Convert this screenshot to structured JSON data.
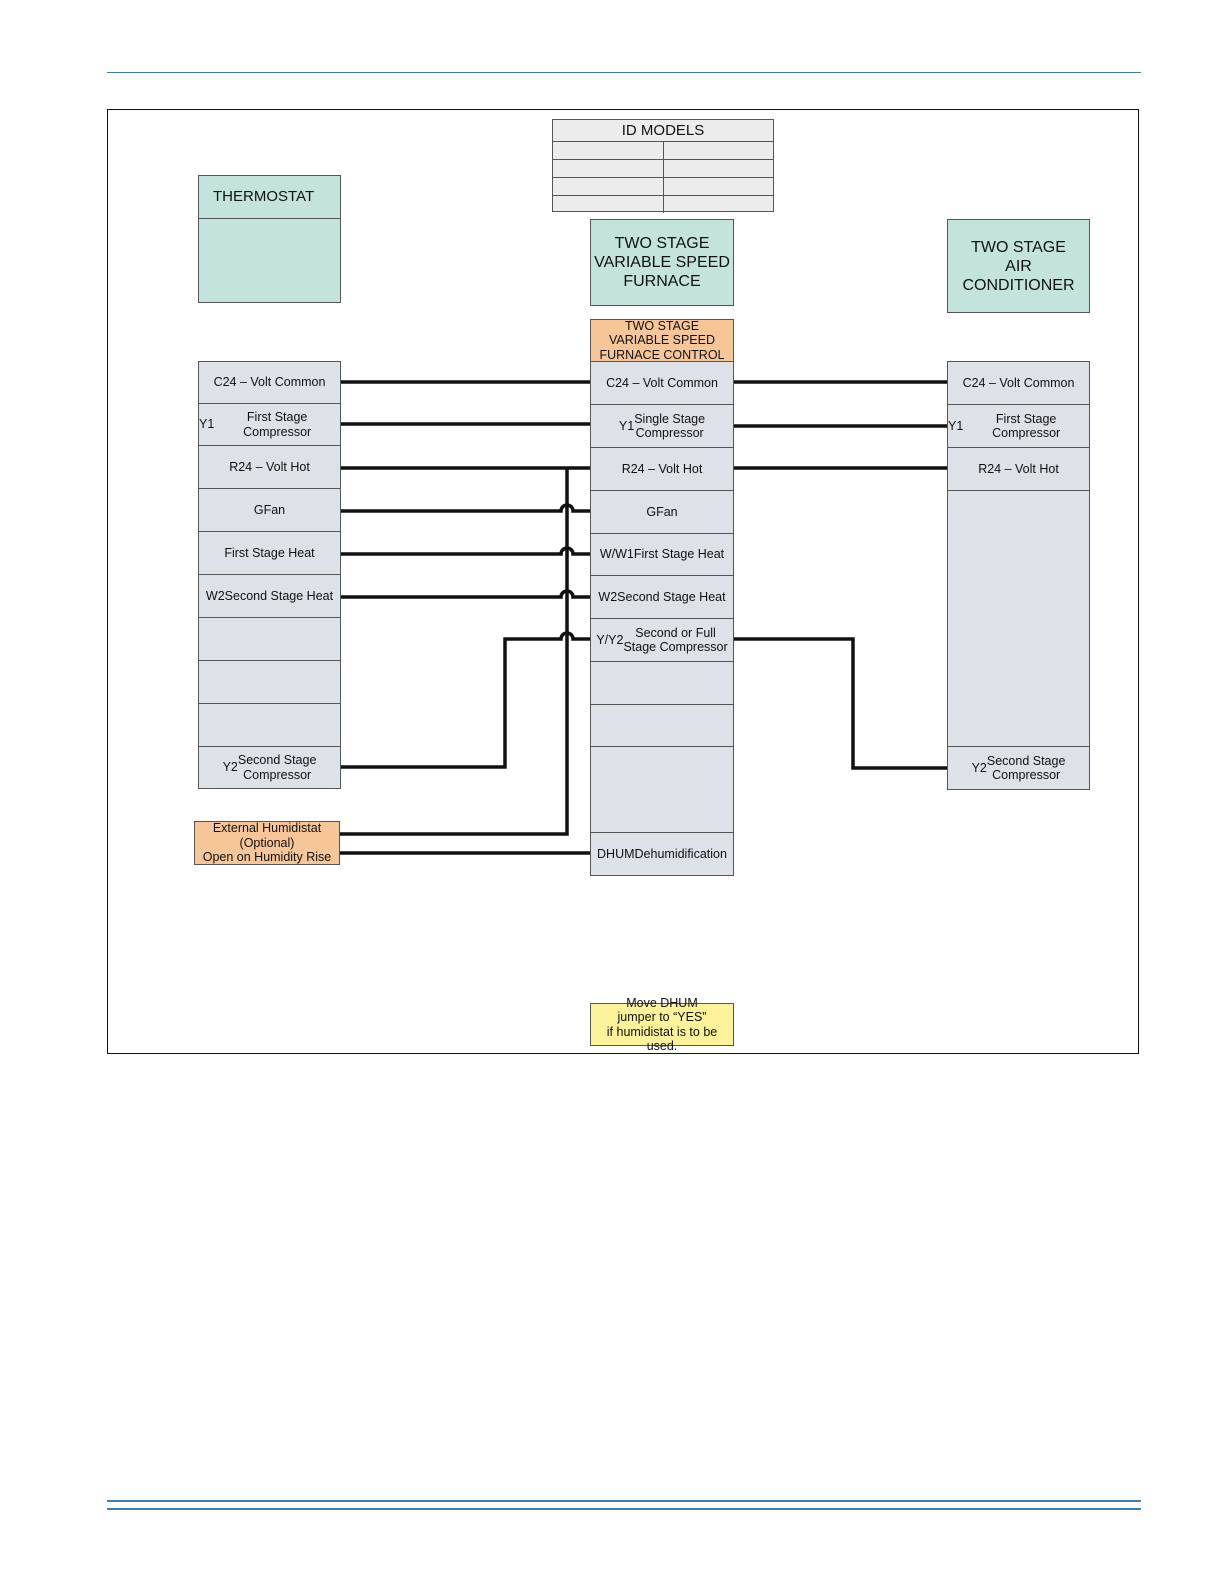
{
  "id_models_table": {
    "title": "ID MODELS",
    "rows": [
      [
        "",
        ""
      ],
      [
        "",
        ""
      ],
      [
        "",
        ""
      ],
      [
        "",
        ""
      ]
    ]
  },
  "thermostat": {
    "title": "THERMOSTAT",
    "terminals": [
      {
        "code": "C",
        "desc": "24 – Volt Common"
      },
      {
        "code": "Y1",
        "desc": "First Stage Compressor"
      },
      {
        "code": "R",
        "desc": "24 – Volt Hot"
      },
      {
        "code": "G",
        "desc": "Fan"
      },
      {
        "code": "",
        "desc": "First Stage Heat"
      },
      {
        "code": "W2",
        "desc": "Second Stage Heat"
      },
      {
        "code": "",
        "desc": ""
      },
      {
        "code": "",
        "desc": ""
      },
      {
        "code": "",
        "desc": ""
      },
      {
        "code": "Y2",
        "desc": "Second Stage\nCompressor"
      }
    ]
  },
  "furnace": {
    "title": "TWO STAGE\nVARIABLE SPEED\nFURNACE",
    "control_label": "TWO STAGE\nVARIABLE SPEED\nFURNACE CONTROL",
    "terminals": [
      {
        "code": "C",
        "desc": "24 – Volt Common"
      },
      {
        "code": "Y1",
        "desc": "Single Stage\nCompressor"
      },
      {
        "code": "R",
        "desc": "24 – Volt Hot"
      },
      {
        "code": "G",
        "desc": "Fan"
      },
      {
        "code": "W/W1",
        "desc": "First Stage Heat"
      },
      {
        "code": "W2",
        "desc": "Second Stage Heat"
      },
      {
        "code": "Y/Y2",
        "desc": "Second or Full\nStage Compressor"
      },
      {
        "code": "",
        "desc": ""
      },
      {
        "code": "",
        "desc": ""
      },
      {
        "code": "",
        "desc": ""
      },
      {
        "code": "DHUM",
        "desc": "Dehumidification"
      }
    ]
  },
  "air_conditioner": {
    "title": "TWO STAGE\nAIR\nCONDITIONER",
    "terminals": [
      {
        "code": "C",
        "desc": "24 – Volt Common"
      },
      {
        "code": "Y1",
        "desc": "First Stage Compressor"
      },
      {
        "code": "R",
        "desc": "24 – Volt Hot"
      },
      {
        "code": "",
        "desc": ""
      },
      {
        "code": "Y2",
        "desc": "Second Stage\nCompressor"
      }
    ]
  },
  "humidistat": {
    "label": "External Humidistat\n(Optional)\nOpen on Humidity Rise"
  },
  "note": {
    "text": "Move DHUM\njumper to “YES”\nif humidistat is to be used."
  },
  "colors": {
    "device_title_fill": "#c3e3dc",
    "terminal_fill": "#dde2e8",
    "control_label_fill": "#f7c698",
    "note_fill": "#fdf19a",
    "wire": "#111111",
    "rule": "#3d7fa8"
  }
}
